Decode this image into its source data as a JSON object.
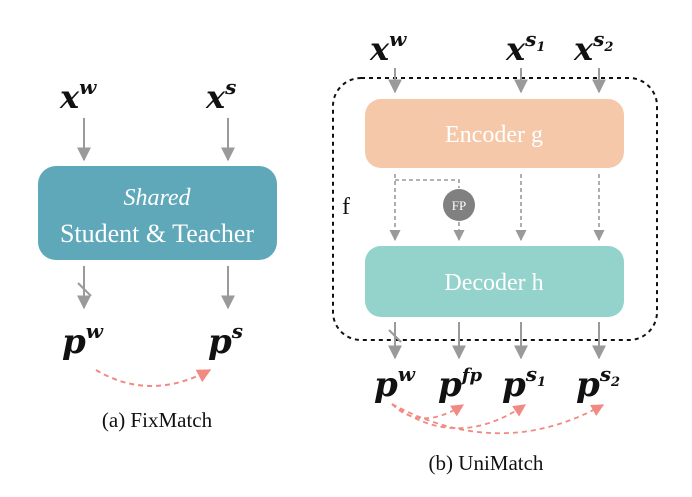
{
  "fixmatch": {
    "inputs": {
      "weak": {
        "base": "x",
        "sup": "w"
      },
      "strong": {
        "base": "x",
        "sup": "s"
      }
    },
    "box": {
      "line1": "Shared",
      "line2": "Student & Teacher"
    },
    "outputs": {
      "weak": {
        "base": "p",
        "sup": "w"
      },
      "strong": {
        "base": "p",
        "sup": "s"
      }
    },
    "caption": "(a) FixMatch"
  },
  "unimatch": {
    "inputs": {
      "weak": {
        "base": "x",
        "sup": "w"
      },
      "strong1": {
        "base": "x",
        "sup": "s",
        "sub": "1"
      },
      "strong2": {
        "base": "x",
        "sup": "s",
        "sub": "2"
      }
    },
    "encoder_label": "Encoder g",
    "decoder_label": "Decoder h",
    "fp_label": "FP",
    "f_label": "f",
    "outputs": {
      "weak": {
        "base": "p",
        "sup": "w"
      },
      "fp": {
        "base": "p",
        "sup": "fp"
      },
      "strong1": {
        "base": "p",
        "sup": "s",
        "sub": "1"
      },
      "strong2": {
        "base": "p",
        "sup": "s",
        "sub": "2"
      }
    },
    "caption": "(b) UniMatch"
  },
  "colors": {
    "shared_box": "#5fa8b9",
    "encoder_box": "#f6c8aa",
    "decoder_box": "#94d3cb",
    "fp_circle": "#808080",
    "arrow": "#9a9a9a",
    "consistency_arrow": "#f08a82",
    "dashed_border": "#111111"
  }
}
